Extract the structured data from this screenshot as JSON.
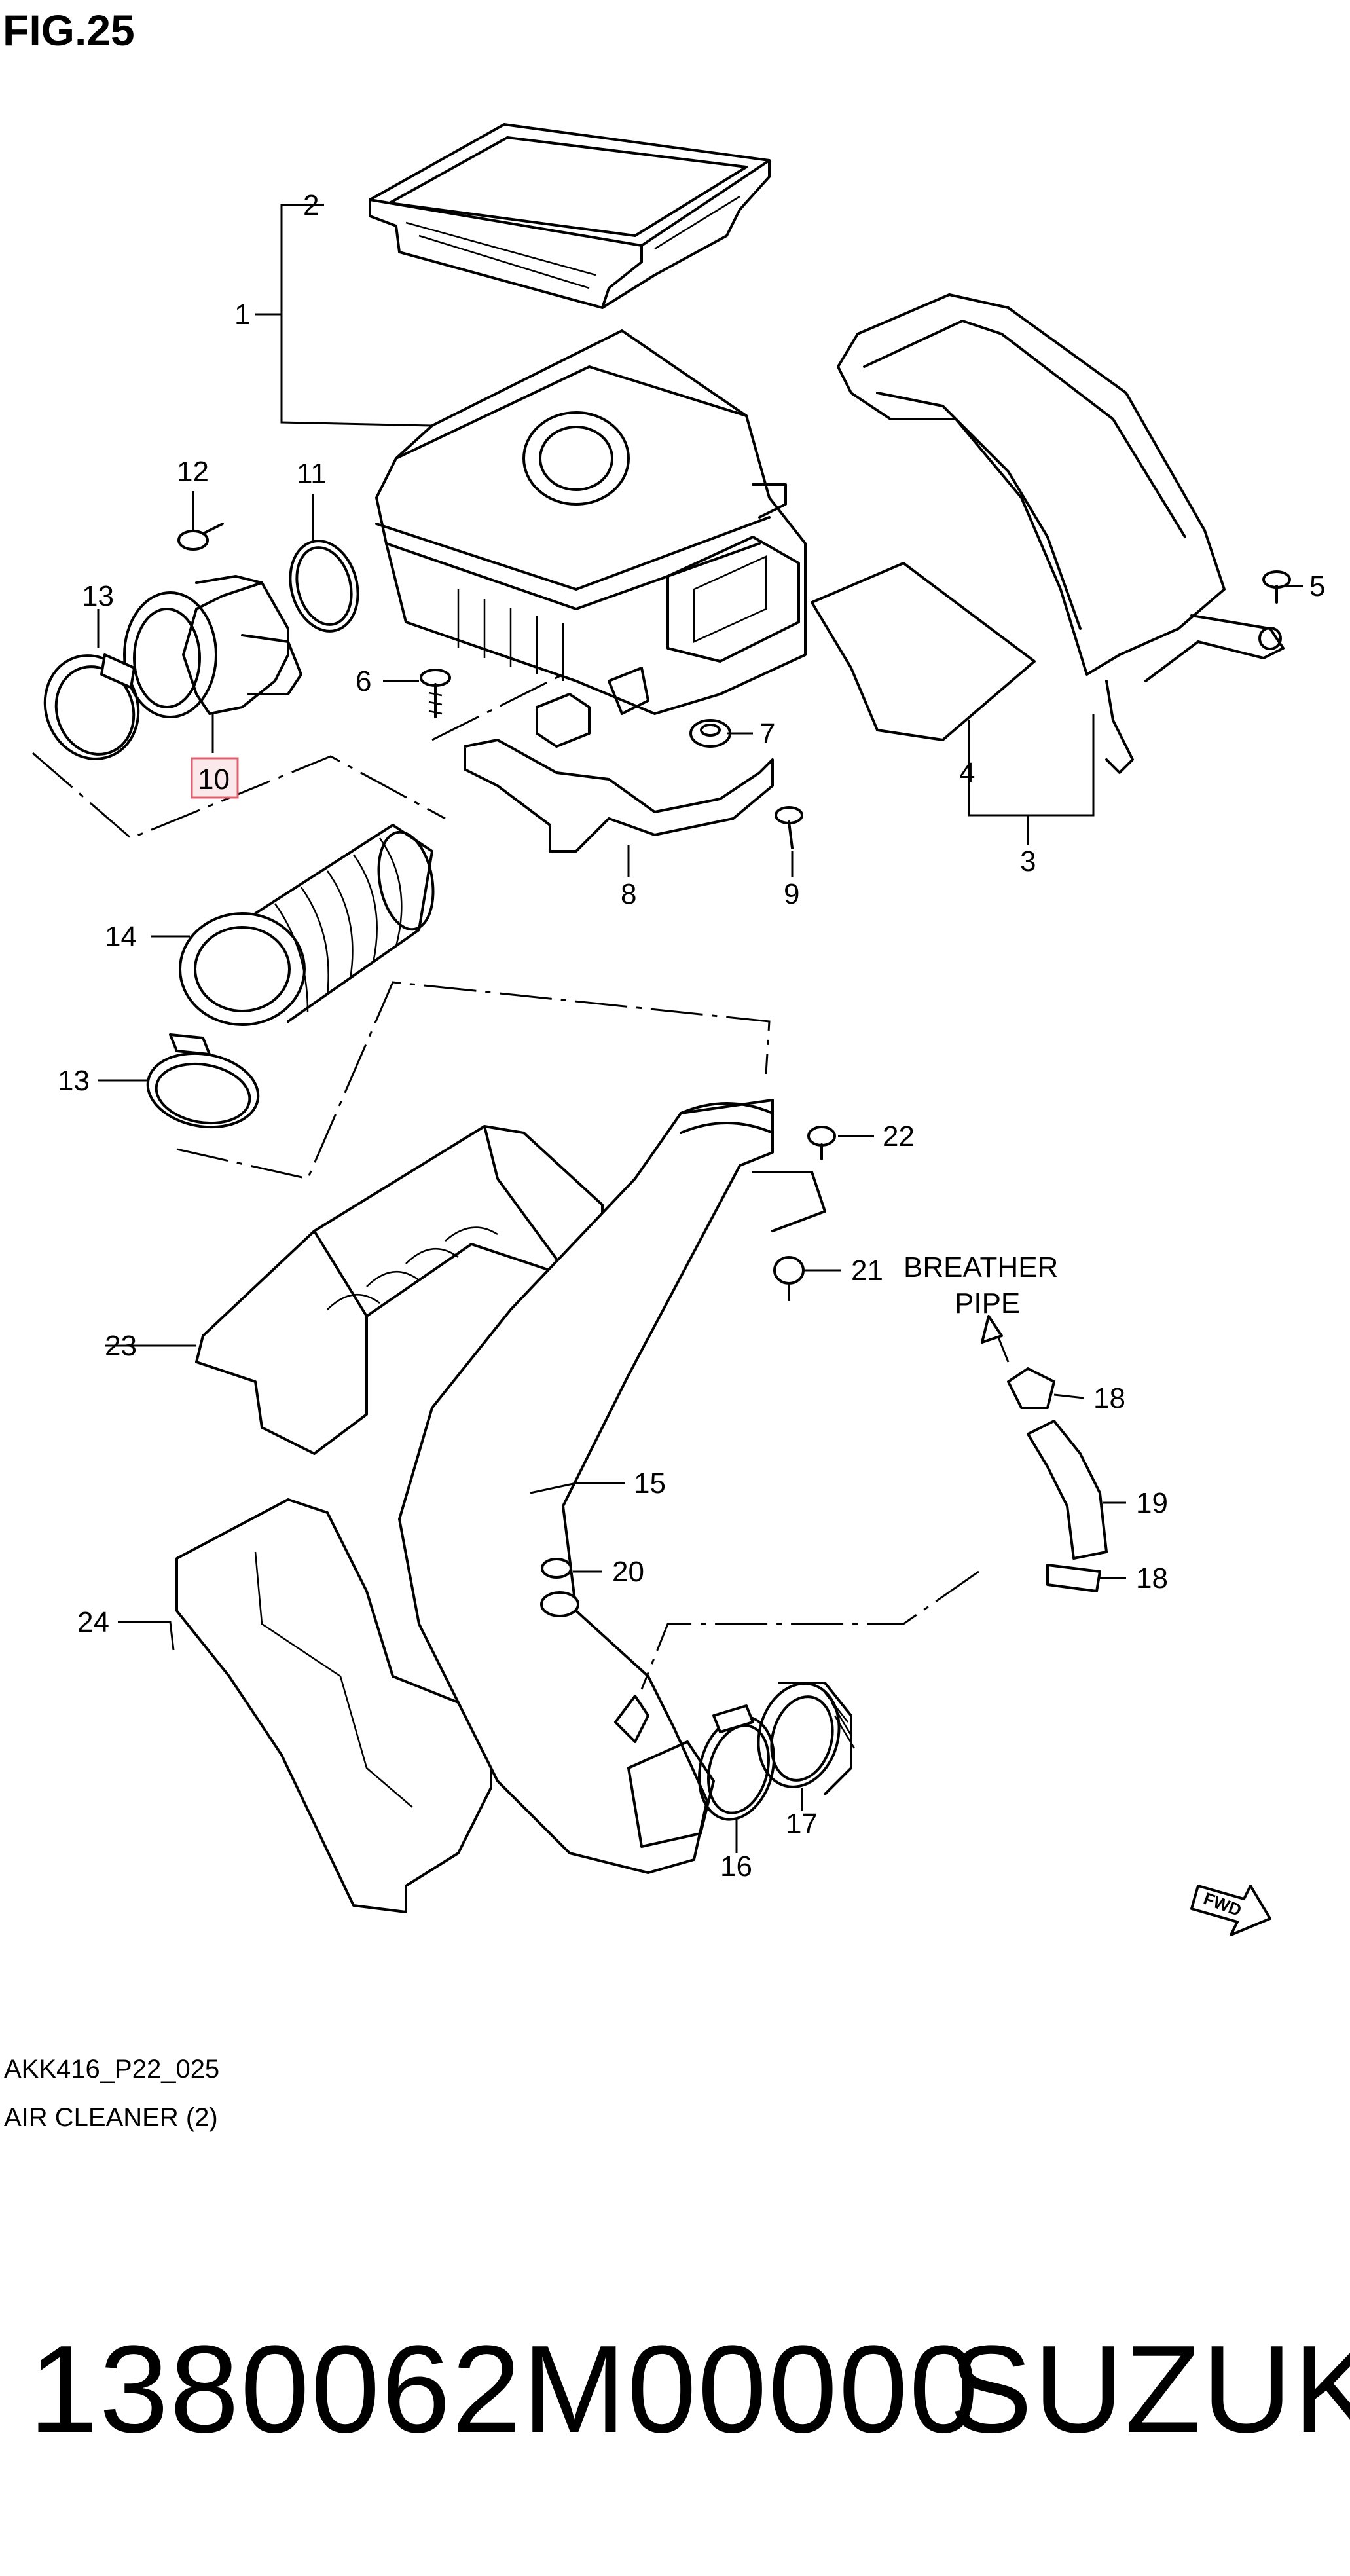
{
  "figure": {
    "title": "FIG.25"
  },
  "callouts": {
    "c1": "1",
    "c2": "2",
    "c3": "3",
    "c4": "4",
    "c5": "5",
    "c6": "6",
    "c7": "7",
    "c8": "8",
    "c9": "9",
    "c10": "10",
    "c11": "11",
    "c12": "12",
    "c13a": "13",
    "c13b": "13",
    "c14": "14",
    "c15": "15",
    "c16": "16",
    "c17": "17",
    "c18a": "18",
    "c18b": "18",
    "c19": "19",
    "c20": "20",
    "c21": "21",
    "c22": "22",
    "c23": "23",
    "c24": "24"
  },
  "annotation": {
    "line1": "BREATHER",
    "line2": "PIPE"
  },
  "footer": {
    "code": "AKK416_P22_025",
    "section": "AIR CLEANER (2)"
  },
  "highlight_color": "#e06070",
  "banner": {
    "part_number": "1380062M00000",
    "brand": "SUZUKI"
  }
}
